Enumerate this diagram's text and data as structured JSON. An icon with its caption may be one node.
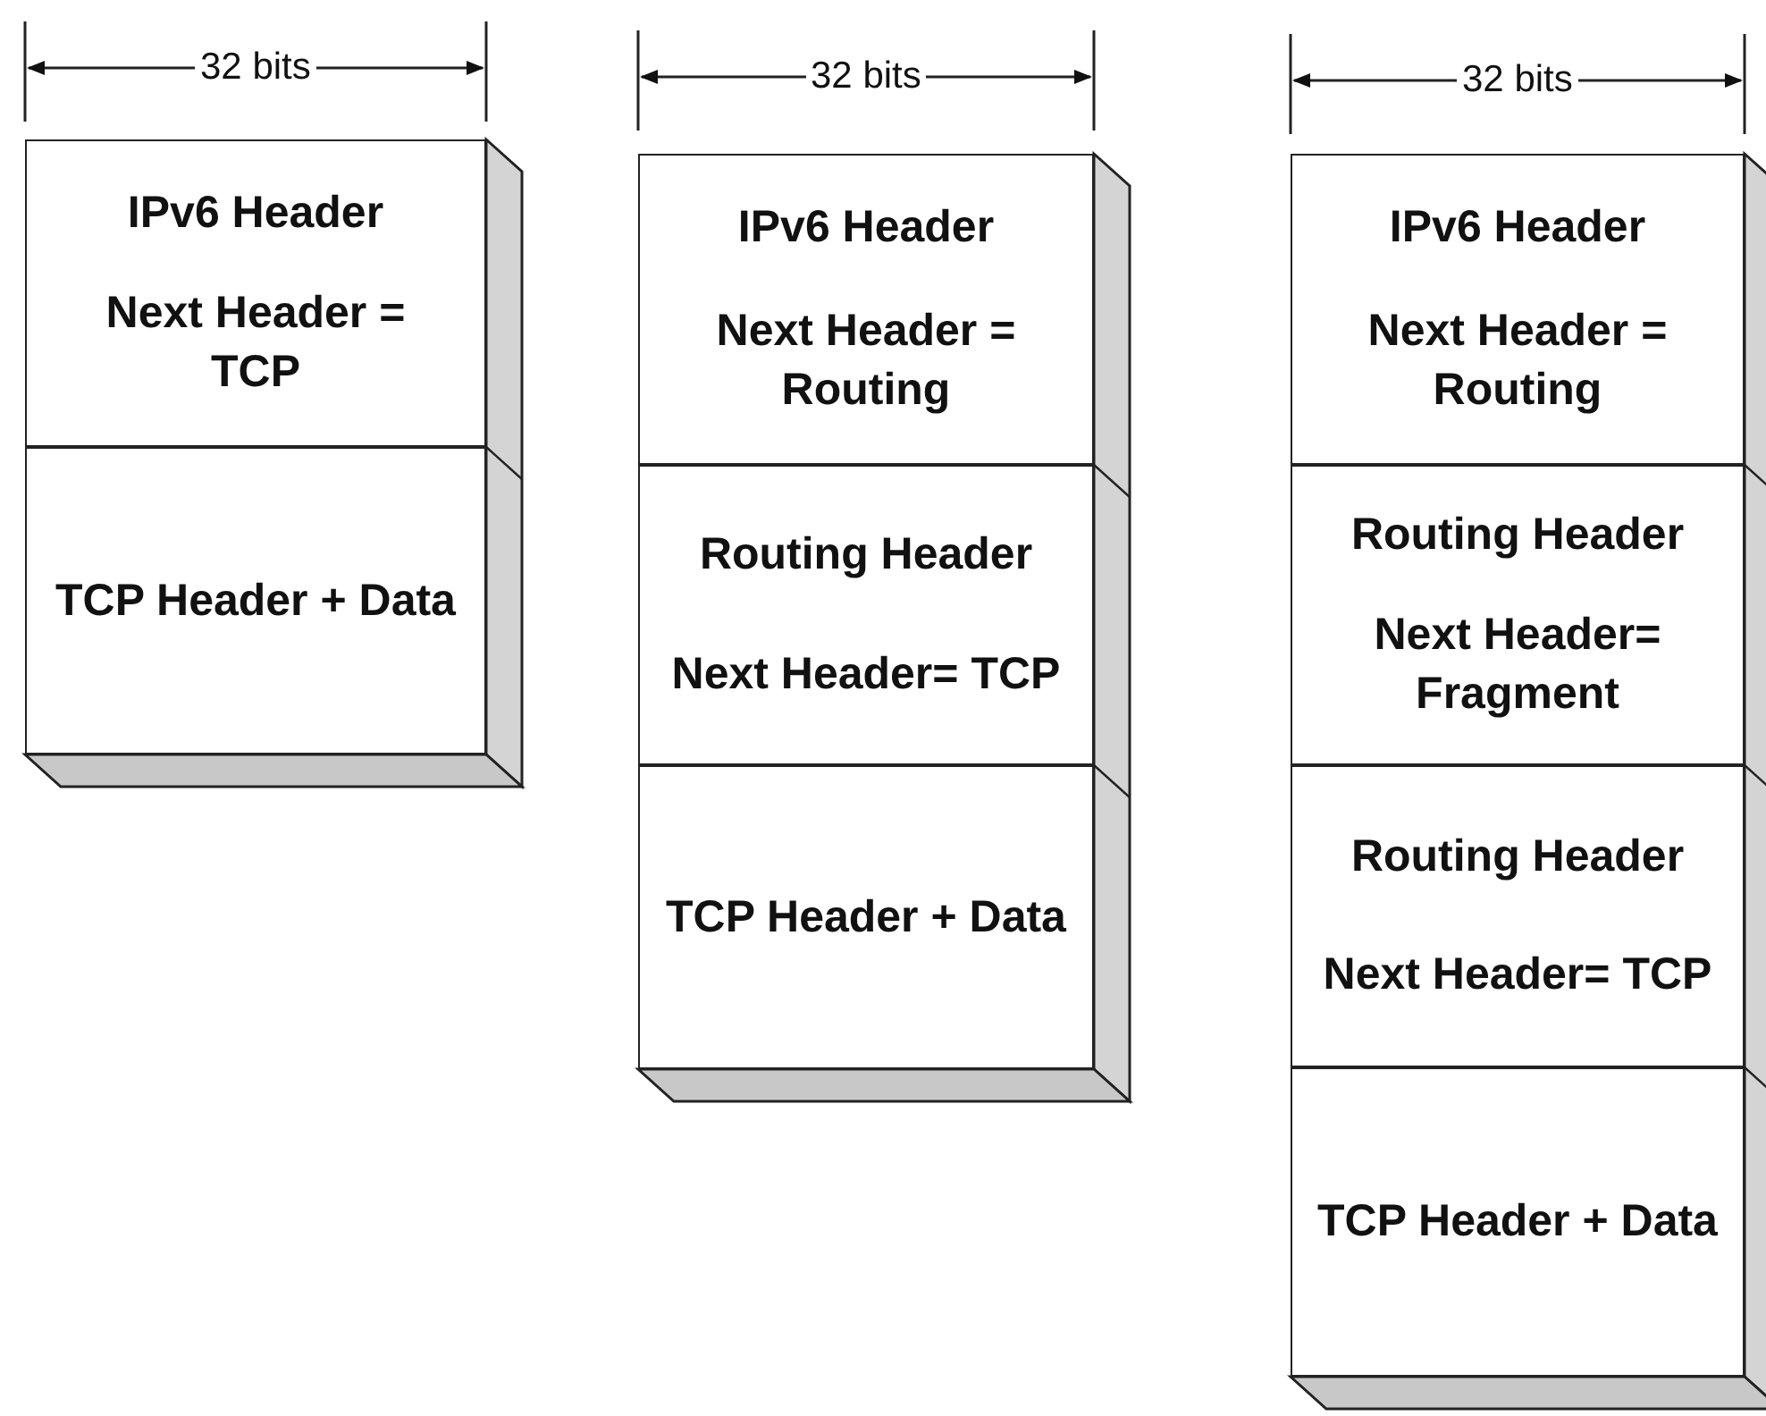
{
  "diagram": {
    "nodes": [
      {
        "text": [
          "IPv6 Header",
          "Next Header = TCP"
        ]
      },
      {
        "text": [
          "TCP Header + Data"
        ]
      },
      {
        "text": [
          "IPv6 Header",
          "Next Header = Routing"
        ]
      },
      {
        "text": [
          "Routing Header",
          "Next Header= TCP"
        ]
      },
      {
        "text": [
          "TCP Header + Data"
        ]
      },
      {
        "text": [
          "IPv6 Header",
          "Next Header = Routing"
        ]
      },
      {
        "text": [
          "Routing Header",
          "Next Header= Fragment"
        ]
      },
      {
        "text": [
          "Routing Header",
          "Next Header= TCP"
        ]
      },
      {
        "text": [
          "TCP Header + Data"
        ]
      }
    ],
    "edges": [],
    "labels": [
      "32 bits",
      "32 bits",
      "32 bits"
    ]
  }
}
